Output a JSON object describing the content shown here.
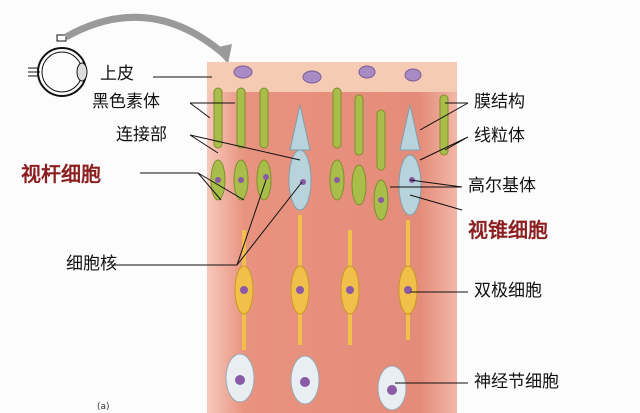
{
  "caption": "(a)",
  "labels_left": {
    "epithelium": "上皮",
    "melanosome": "黑色素体",
    "connecting_part": "连接部",
    "rod_cell": "视杆细胞",
    "nucleus": "细胞核"
  },
  "labels_right": {
    "membrane_structure": "膜结构",
    "mitochondria": "线粒体",
    "golgi": "高尔基体",
    "cone_cell": "视锥细胞",
    "bipolar_cell": "双极细胞",
    "ganglion_cell": "神经节细胞"
  },
  "colors": {
    "tissue": "#e99a8a",
    "epithelium": "#f6cbb4",
    "rod": "#a9bd4a",
    "cone": "#b9d3dc",
    "bipolar": "#f1c04a",
    "ganglion": "#e8eef2",
    "nucleus": "#8a5aa6",
    "highlight": "#8c1f1f"
  }
}
